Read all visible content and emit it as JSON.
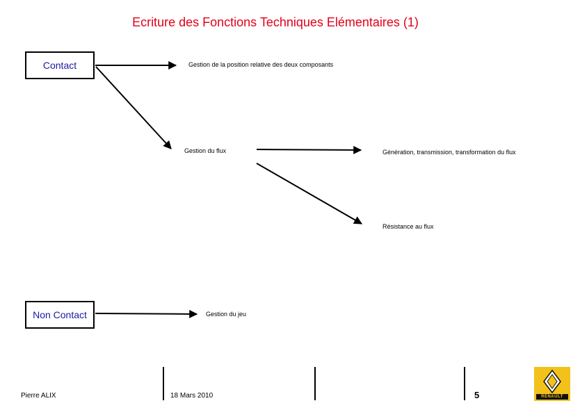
{
  "title": "Ecriture des Fonctions Techniques Elémentaires  (1)",
  "boxes": {
    "contact": "Contact",
    "non_contact": "Non Contact"
  },
  "functions": {
    "position": "Gestion de la position relative des deux composants",
    "flux": "Gestion du flux",
    "generation": "Génération, transmission, transformation du flux",
    "resistance": "Résistance au flux",
    "jeu": "Gestion du jeu"
  },
  "footer": {
    "author": "Pierre ALIX",
    "date": "18 Mars 2010",
    "page": "5",
    "logo_text": "RENAULT"
  },
  "colors": {
    "title": "#e2001a",
    "box_text": "#1a1aa0",
    "logo_bg": "#f2c21a"
  }
}
